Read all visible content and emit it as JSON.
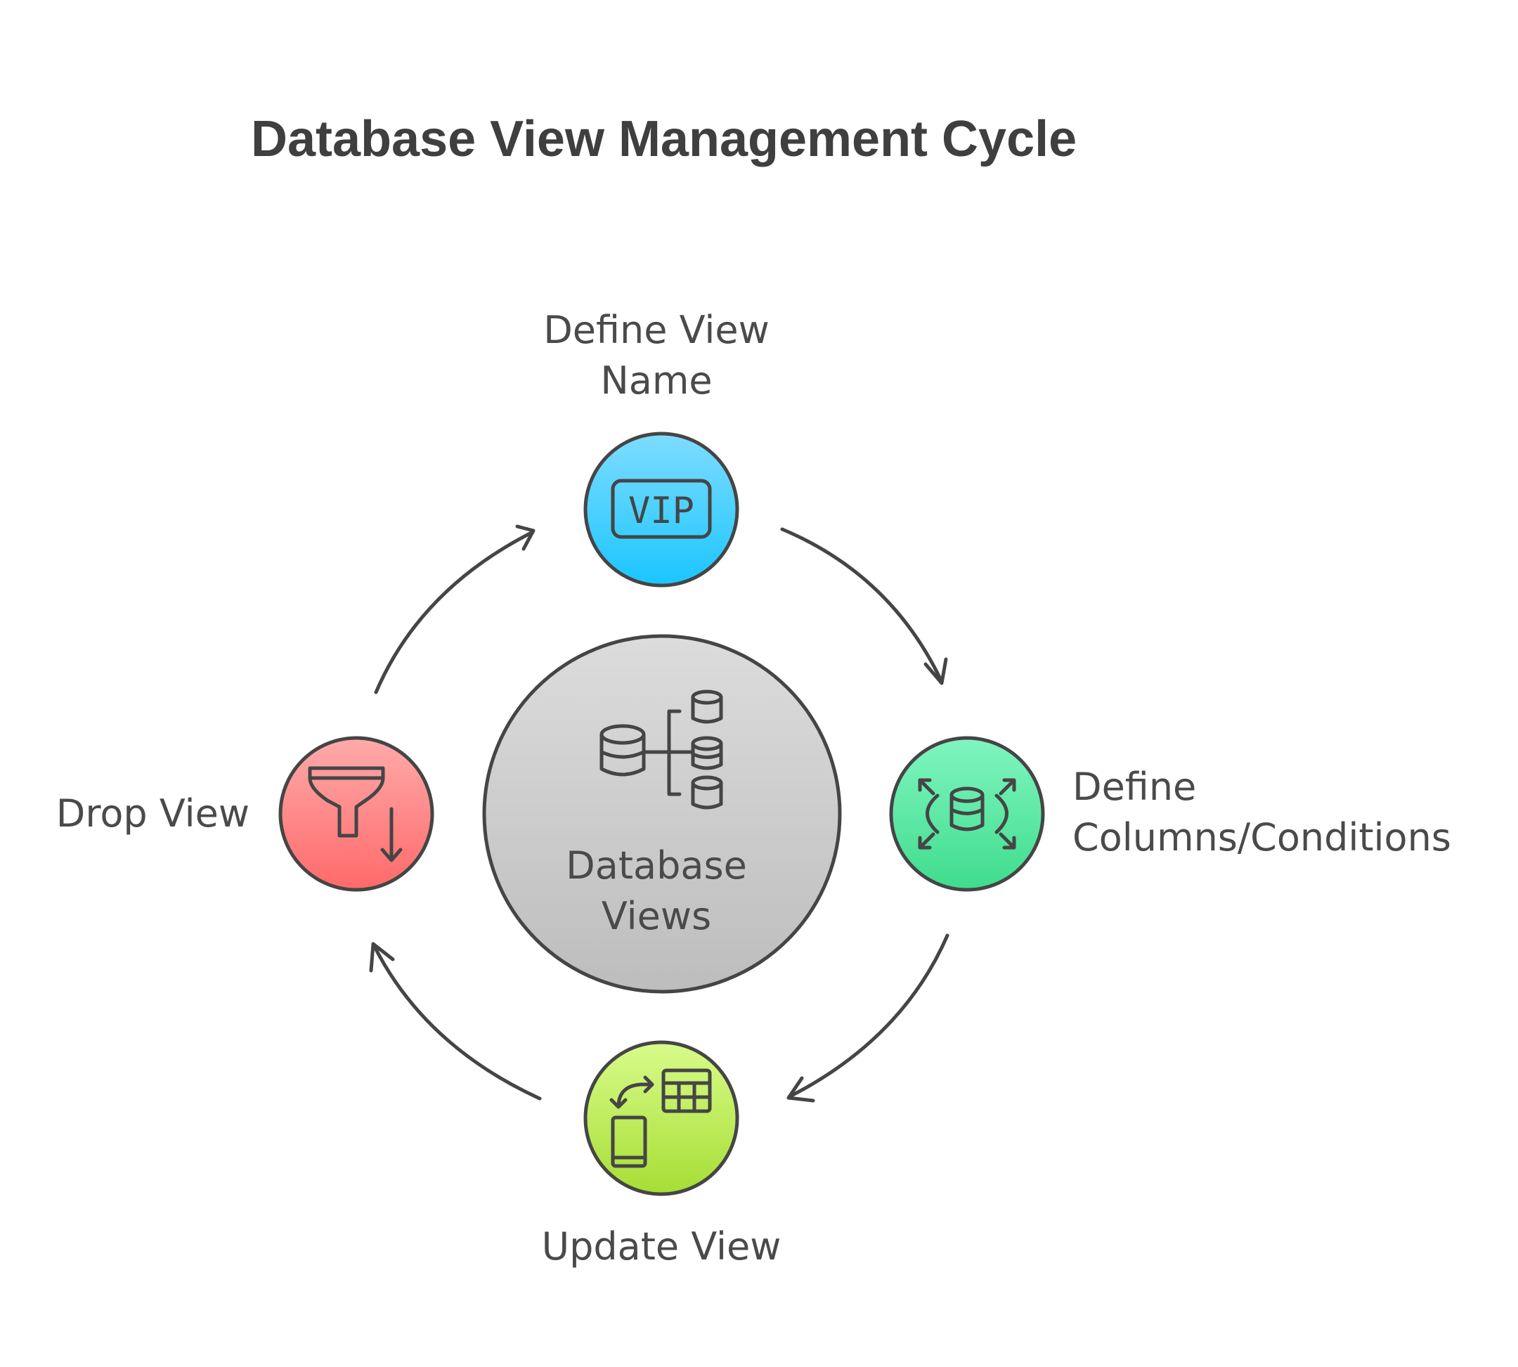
{
  "title": "Database View Management Cycle",
  "center": {
    "line1": "Database",
    "line2": "Views",
    "icon": "database-hierarchy-icon"
  },
  "steps": [
    {
      "line1": "Define View",
      "line2": "Name",
      "icon": "vip-badge-icon",
      "color_top": "#7fdcff",
      "color_bottom": "#1ac6ff"
    },
    {
      "line1": "Define",
      "line2": "Columns/Conditions",
      "icon": "database-expand-icon",
      "color_top": "#80f5c0",
      "color_bottom": "#3fdc8d"
    },
    {
      "line1": "Update View",
      "icon": "sync-table-icon",
      "color_top": "#d8fb8a",
      "color_bottom": "#a6de34"
    },
    {
      "line1": "Drop View",
      "icon": "filter-down-icon",
      "color_top": "#ffaaaa",
      "color_bottom": "#ff6a6a"
    }
  ],
  "colors": {
    "center_top": "#dcdcdc",
    "center_bottom": "#bdbdbd",
    "stroke": "#454545",
    "text": "#4a4a4a"
  }
}
